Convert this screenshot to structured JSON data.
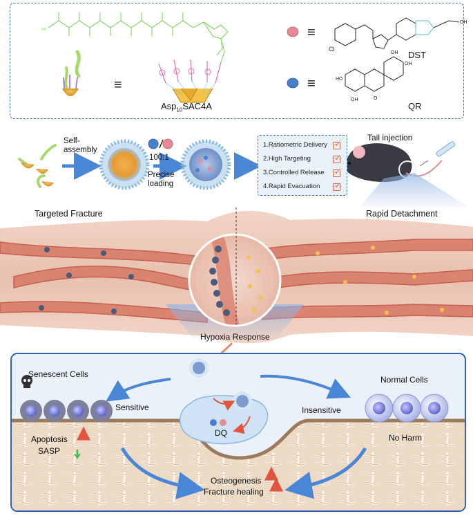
{
  "colors": {
    "frame_blue": "#2d63b0",
    "arrow_blue": "#4a86d6",
    "vessel_red": "#d9806e",
    "dst_pink": "#e88a94",
    "qr_blue": "#4a7fd0",
    "polymer_green": "#7dd35a",
    "bone": "#e8d3bd",
    "check_orange": "#d9623a"
  },
  "top": {
    "equiv": "≡",
    "carrier_label_main": "Asp",
    "carrier_label_sub": "10",
    "carrier_label_tail": "SAC4A",
    "dst_label": "DST",
    "qr_label": "QR"
  },
  "assembly": {
    "self_assembly": "Self-\nassembly",
    "ratio": "100:1",
    "precise_loading": "Precise\nloading",
    "tail_injection": "Tail injection",
    "checklist": [
      "1.Ratiometric Delivery",
      "2.High Targeting",
      "3.Controlled Release",
      "4.Rapid Evacuation"
    ]
  },
  "vessel": {
    "targeted_fracture": "Targeted Fracture",
    "rapid_detachment": "Rapid Detachment",
    "hypoxia_response": "Hypoxia Response"
  },
  "bottom": {
    "senescent_cells": "Senescent Cells",
    "sensitive": "Sensitive",
    "apoptosis": "Apoptosis",
    "sasp": "SASP",
    "dq": "DQ",
    "insensitive": "Insensitive",
    "normal_cells": "Normal Cells",
    "no_harm": "No Harm",
    "osteogenesis": "Osteogenesis",
    "fracture_healing": "Fracture healing"
  }
}
